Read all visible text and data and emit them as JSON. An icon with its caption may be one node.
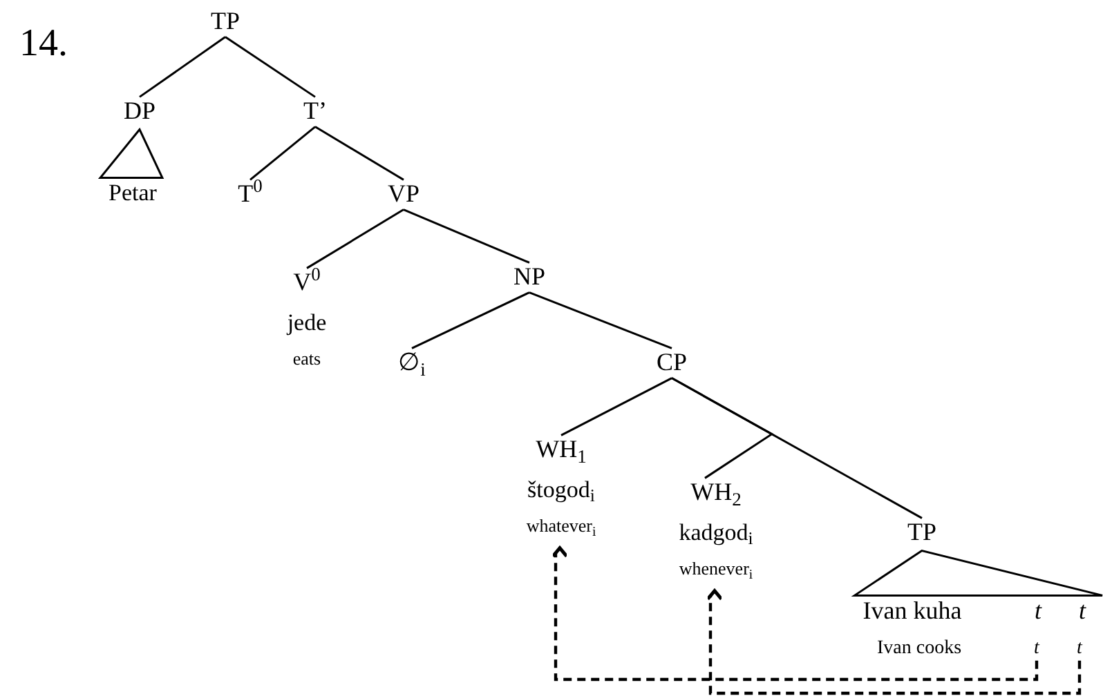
{
  "diagram": {
    "nodes": [
      {
        "text": [
          "TP"
        ]
      },
      {
        "text": [
          "DP"
        ]
      },
      {
        "text": [
          "Petar"
        ]
      },
      {
        "text": [
          "T’"
        ]
      },
      {
        "text": [
          "T$^{0}$"
        ]
      },
      {
        "text": [
          "VP"
        ]
      },
      {
        "text": [
          "V$^{0}$",
          "jede",
          "eats"
        ]
      },
      {
        "text": [
          "NP"
        ]
      },
      {
        "text": [
          "∅$_{i}$"
        ]
      },
      {
        "text": [
          "CP"
        ]
      },
      {
        "text": [
          "WH$_{1}$",
          "štogod$_{i}$",
          "whatever$_{i}$"
        ]
      },
      {
        "text": [
          "WH$_{2}$",
          "kadgod$_{i}$",
          "whenever$_{i}$"
        ]
      },
      {
        "text": [
          "TP"
        ]
      },
      {
        "text": [
          "Ivan kuha"
        ]
      },
      {
        "text": [
          "*t*"
        ]
      },
      {
        "text": [
          "*t*"
        ]
      },
      {
        "text": [
          "Ivan cooks"
        ]
      },
      {
        "text": [
          "*t*"
        ]
      },
      {
        "text": [
          "*t*"
        ]
      },
      {
        "text": [],
        "shape": "triangle"
      },
      {
        "text": [],
        "shape": "triangle"
      }
    ],
    "edges": [
      {
        "from": 0,
        "to": 1,
        "arrow": "none"
      },
      {
        "from": 0,
        "to": 3,
        "arrow": "none"
      },
      {
        "from": 3,
        "to": 4,
        "arrow": "none"
      },
      {
        "from": 3,
        "to": 5,
        "arrow": "none"
      },
      {
        "from": 5,
        "to": 6,
        "arrow": "none"
      },
      {
        "from": 5,
        "to": 7,
        "arrow": "none"
      },
      {
        "from": 7,
        "to": 8,
        "arrow": "none"
      },
      {
        "from": 7,
        "to": 9,
        "arrow": "none"
      },
      {
        "from": 9,
        "to": 10,
        "arrow": "none"
      },
      {
        "from": 9,
        "to": 11,
        "arrow": "none"
      },
      {
        "from": 9,
        "to": 12,
        "arrow": "none"
      },
      {
        "from": 17,
        "to": 10,
        "arrow": "to",
        "style": "dashed"
      },
      {
        "from": 18,
        "to": 11,
        "arrow": "to",
        "style": "dashed"
      }
    ],
    "labels": [
      "14."
    ]
  }
}
